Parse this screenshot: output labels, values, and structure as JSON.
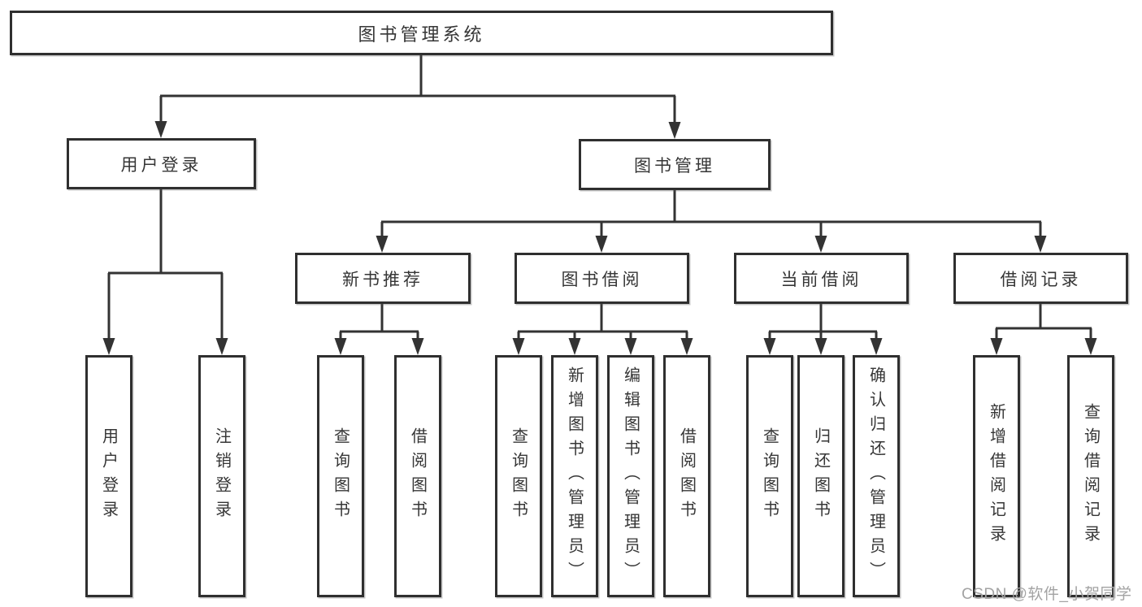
{
  "diagram": {
    "title": "图书管理系统",
    "type": "tree-structure-diagram",
    "colors": {
      "line": "#333333",
      "box_border": "#2f2f2f",
      "box_fill": "#ffffff",
      "text": "#363636",
      "watermark": "#a3a3a3"
    },
    "nodes": {
      "root": {
        "label": "图书管理系统"
      },
      "user_login": {
        "label": "用户登录"
      },
      "book_mgmt": {
        "label": "图书管理"
      },
      "new_book_rec": {
        "label": "新书推荐"
      },
      "book_borrow": {
        "label": "图书借阅"
      },
      "current_borrow": {
        "label": "当前借阅"
      },
      "borrow_record": {
        "label": "借阅记录"
      },
      "leaf_user_login": {
        "label": "用户登录"
      },
      "leaf_logout": {
        "label": "注销登录"
      },
      "leaf_rec_query": {
        "label": "查询图书"
      },
      "leaf_rec_borrow": {
        "label": "借阅图书"
      },
      "leaf_bb_query": {
        "label": "查询图书"
      },
      "leaf_bb_add": {
        "label": "新增图书（管理员）"
      },
      "leaf_bb_edit": {
        "label": "编辑图书（管理员）"
      },
      "leaf_bb_borrow": {
        "label": "借阅图书"
      },
      "leaf_cb_query": {
        "label": "查询图书"
      },
      "leaf_cb_return": {
        "label": "归还图书"
      },
      "leaf_cb_confirm": {
        "label": "确认归还（管理员）"
      },
      "leaf_br_add": {
        "label": "新增借阅记录"
      },
      "leaf_br_query": {
        "label": "查询借阅记录"
      }
    },
    "edges": [
      {
        "from": "图书管理系统",
        "to": [
          "用户登录",
          "图书管理"
        ]
      },
      {
        "from": "用户登录",
        "to": [
          "用户登录",
          "注销登录"
        ]
      },
      {
        "from": "图书管理",
        "to": [
          "新书推荐",
          "图书借阅",
          "当前借阅",
          "借阅记录"
        ]
      },
      {
        "from": "新书推荐",
        "to": [
          "查询图书",
          "借阅图书"
        ]
      },
      {
        "from": "图书借阅",
        "to": [
          "查询图书",
          "新增图书（管理员）",
          "编辑图书（管理员）",
          "借阅图书"
        ]
      },
      {
        "from": "当前借阅",
        "to": [
          "查询图书",
          "归还图书",
          "确认归还（管理员）"
        ]
      },
      {
        "from": "借阅记录",
        "to": [
          "新增借阅记录",
          "查询借阅记录"
        ]
      }
    ],
    "watermark": "CSDN @软件_小贺同学"
  }
}
